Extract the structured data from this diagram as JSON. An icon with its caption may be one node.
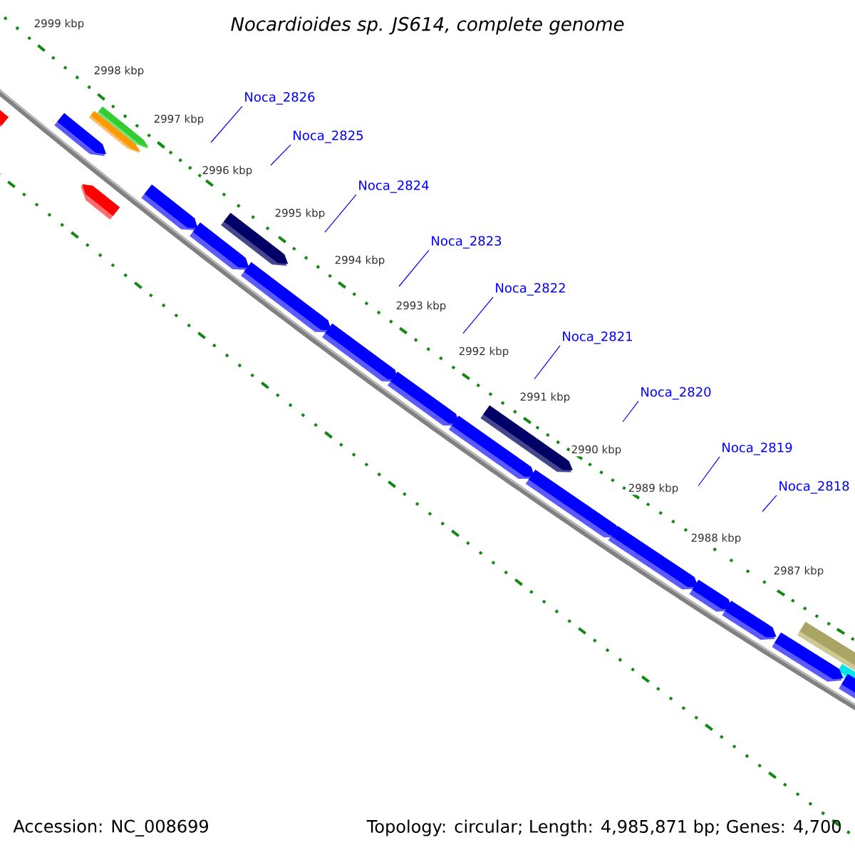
{
  "diagram": {
    "title": "Nocardioides sp. JS614, complete genome",
    "nodes": [
      {
        "text": [
          "Noca_2826"
        ]
      },
      {
        "text": [
          "Noca_2825"
        ]
      },
      {
        "text": [
          "Noca_2824"
        ]
      },
      {
        "text": [
          "Noca_2823"
        ]
      },
      {
        "text": [
          "Noca_2822"
        ]
      },
      {
        "text": [
          "Noca_2821"
        ]
      },
      {
        "text": [
          "Noca_2820"
        ]
      },
      {
        "text": [
          "Noca_2819"
        ]
      },
      {
        "text": [
          "Noca_2818"
        ]
      }
    ],
    "edges": [
      {
        "from": 0,
        "to": null,
        "arrow": "none"
      },
      {
        "from": 1,
        "to": null,
        "arrow": "none"
      },
      {
        "from": 2,
        "to": null,
        "arrow": "none"
      },
      {
        "from": 3,
        "to": null,
        "arrow": "none"
      },
      {
        "from": 4,
        "to": null,
        "arrow": "none"
      },
      {
        "from": 5,
        "to": null,
        "arrow": "none"
      },
      {
        "from": 6,
        "to": null,
        "arrow": "none"
      },
      {
        "from": 7,
        "to": null,
        "arrow": "none"
      },
      {
        "from": 8,
        "to": null,
        "arrow": "none"
      }
    ],
    "labels": [
      "2999 kbp",
      "2998 kbp",
      "2997 kbp",
      "2996 kbp",
      "2995 kbp",
      "2994 kbp",
      "2993 kbp",
      "2992 kbp",
      "2991 kbp",
      "2990 kbp",
      "2989 kbp",
      "2988 kbp",
      "2987 kbp",
      "Accession: NC_008699",
      "Topology: circular; Length: 4,985,871 bp; Genes: 4,700"
    ]
  }
}
